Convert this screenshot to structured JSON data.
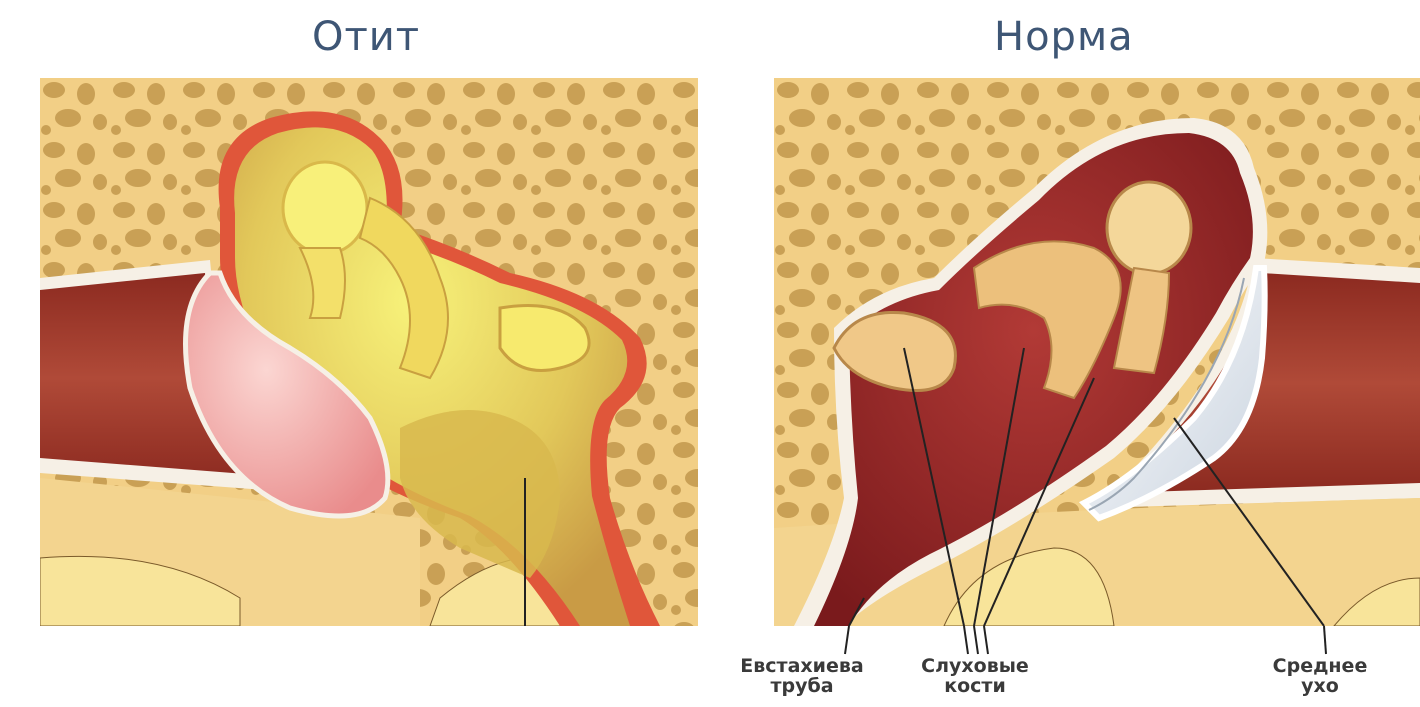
{
  "titles": {
    "left": "Отит",
    "right": "Норма"
  },
  "labels": {
    "eustachian_tube": {
      "line1": "Евстахиева",
      "line2": "труба"
    },
    "ossicles": {
      "line1": "Слуховые",
      "line2": "кости"
    },
    "middle_ear": {
      "line1": "Среднее",
      "line2": "ухо"
    }
  },
  "colors": {
    "bone": "#f2cf86",
    "bone_holes": "#c9a055",
    "canal": "#a23b2c",
    "inflamed_fluid": "#e6d35a",
    "inflamed_rim": "#e0563a",
    "normal_cavity": "#8e1f22",
    "eardrum_inflamed": "#f29a9a",
    "eardrum_normal": "#dfe6ee",
    "title": "#3e5675"
  }
}
